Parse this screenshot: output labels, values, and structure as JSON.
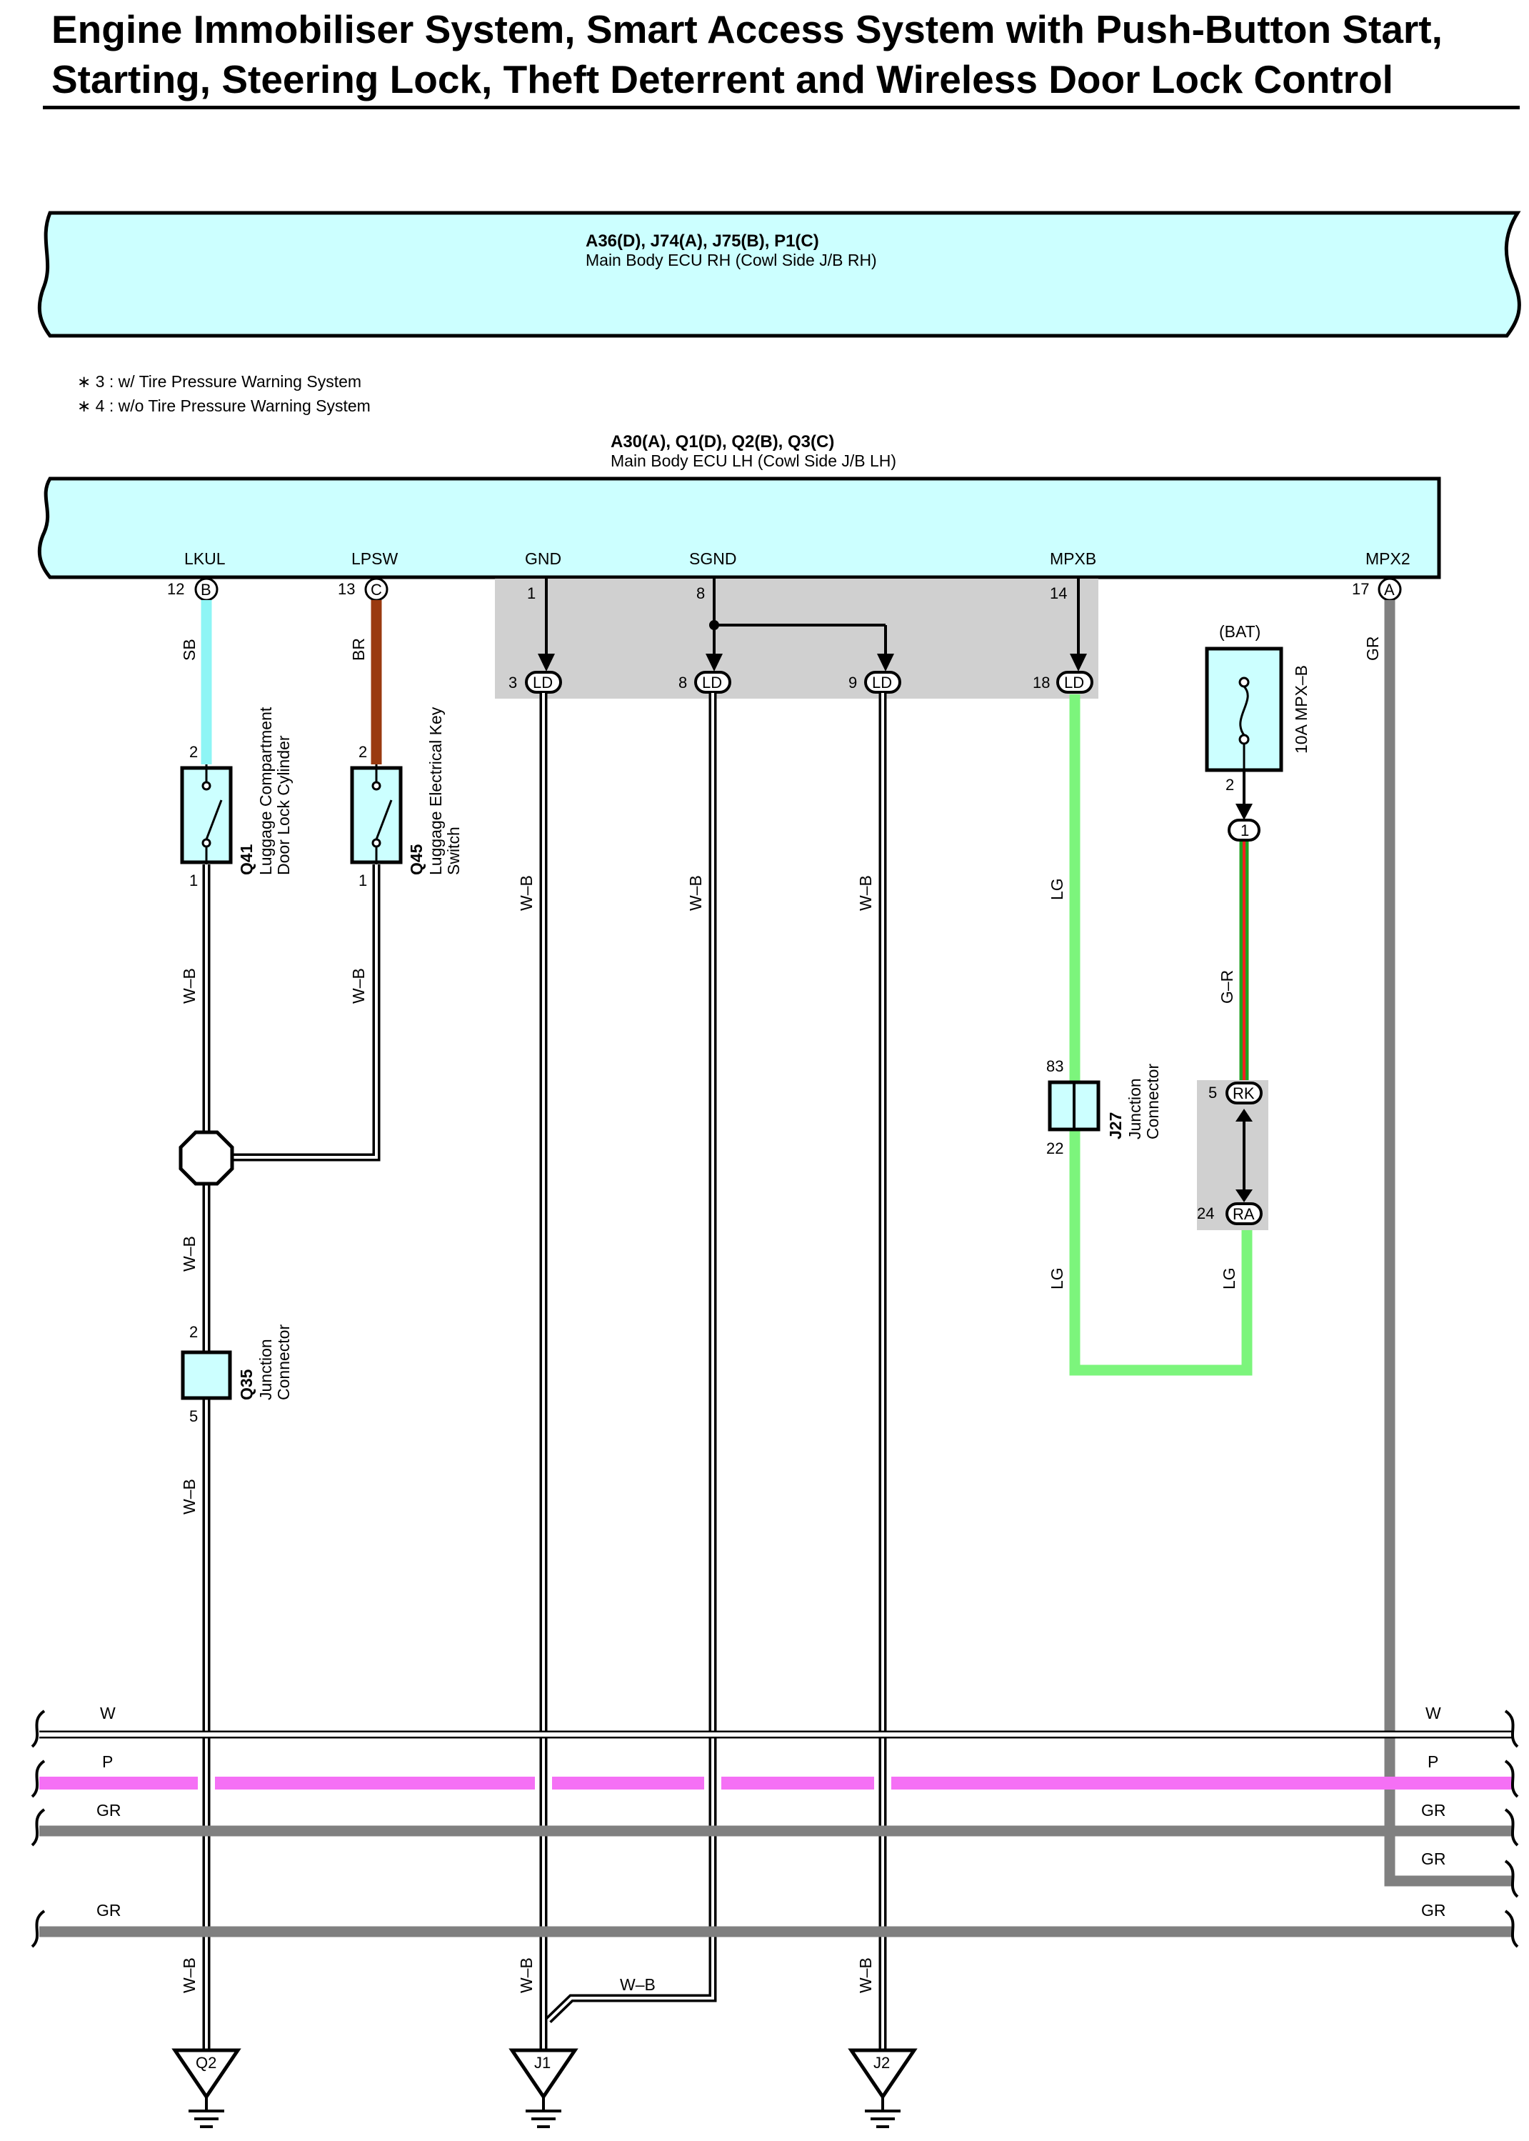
{
  "title": {
    "line1": "Engine Immobiliser System, Smart Access System with Push-Button Start,",
    "line2": "Starting, Steering Lock, Theft Deterrent and Wireless Door Lock Control"
  },
  "ecu_rh": {
    "code": "A36(D), J74(A), J75(B), P1(C)",
    "name": "Main Body ECU RH (Cowl Side J/B RH)"
  },
  "notes": [
    "∗ 3 : w/ Tire Pressure Warning System",
    "∗ 4 : w/o Tire Pressure Warning System"
  ],
  "ecu_lh": {
    "code": "A30(A), Q1(D), Q2(B), Q3(C)",
    "name": "Main Body ECU LH (Cowl Side J/B LH)"
  },
  "terminals": [
    {
      "name": "LKUL",
      "pin": "12",
      "conn": "B"
    },
    {
      "name": "LPSW",
      "pin": "13",
      "conn": "C"
    },
    {
      "name": "GND",
      "pin": "1"
    },
    {
      "name": "SGND",
      "pin": "8"
    },
    {
      "name": "MPXB",
      "pin": "14"
    },
    {
      "name": "MPX2",
      "pin": "17",
      "conn": "A"
    }
  ],
  "ld_connectors": [
    {
      "pin": "3",
      "label": "LD"
    },
    {
      "pin": "8",
      "label": "LD"
    },
    {
      "pin": "9",
      "label": "LD"
    },
    {
      "pin": "18",
      "label": "LD"
    }
  ],
  "wire_colors": {
    "SB": "#8ef5f5",
    "BR": "#9a3a10",
    "LG": "#7cf57c",
    "GR": "#808080",
    "P": "#f570f5",
    "W": "#ffffff",
    "R": "#ff2020",
    "G": "#20a020"
  },
  "wire_labels": {
    "sb": "SB",
    "br": "BR",
    "wb": "W–B",
    "lg": "LG",
    "gr": "GR",
    "gr_wire": "G–R",
    "w": "W",
    "p": "P"
  },
  "q41": {
    "code": "Q41",
    "name1": "Luggage Compartment",
    "name2": "Door Lock Cylinder",
    "pin_top": "2",
    "pin_bot": "1"
  },
  "q45": {
    "code": "Q45",
    "name1": "Luggage Electrical Key",
    "name2": "Switch",
    "pin_top": "2",
    "pin_bot": "1"
  },
  "q35": {
    "code": "Q35",
    "name1": "Junction",
    "name2": "Connector",
    "pin_top": "2",
    "pin_bot": "5"
  },
  "j27": {
    "code": "J27",
    "name1": "Junction",
    "name2": "Connector",
    "pin_top": "83",
    "pin_bot": "22"
  },
  "fuse": {
    "supply": "(BAT)",
    "name": "10A MPX–B",
    "pin": "2",
    "conn": "1"
  },
  "rk": {
    "pin": "5",
    "label": "RK"
  },
  "ra": {
    "pin": "24",
    "label": "RA"
  },
  "grounds": [
    {
      "label": "Q2"
    },
    {
      "label": "J1"
    },
    {
      "label": "J2"
    }
  ]
}
